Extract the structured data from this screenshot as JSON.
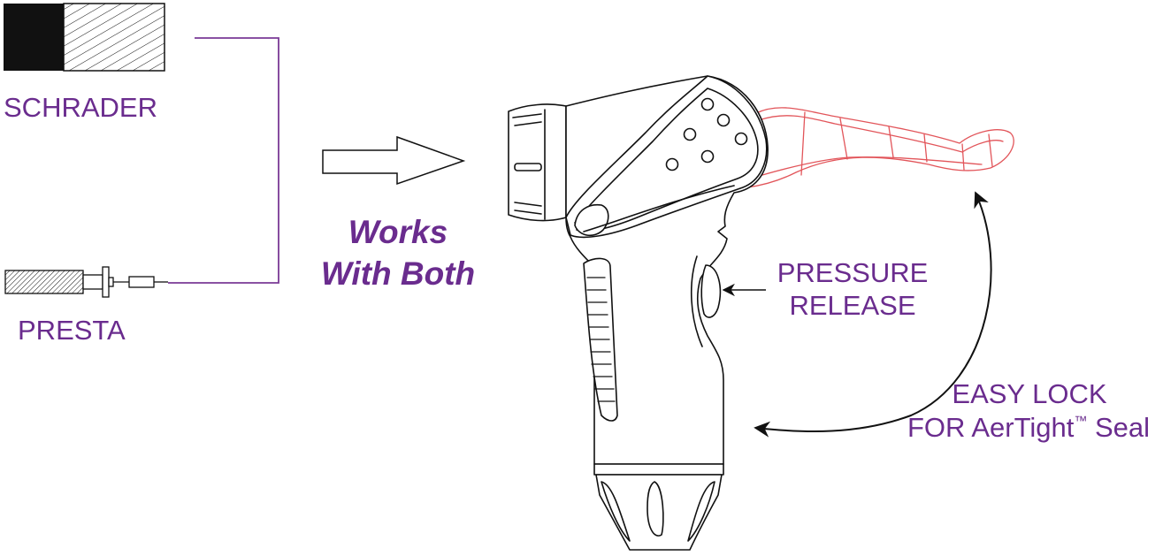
{
  "labels": {
    "schrader": "SCHRADER",
    "presta": "PRESTA",
    "works_line1": "Works",
    "works_line2": "With Both",
    "pressure_line1": "PRESSURE",
    "pressure_line2": "RELEASE",
    "easylock_line1": "EASY LOCK",
    "easylock_line2_prefix": "FOR AerTight",
    "easylock_tm": "™",
    "easylock_line2_suffix": " Seal"
  },
  "colors": {
    "label_purple": "#6a2c8e",
    "connector_purple": "#7a3a96",
    "lever_red": "#e2555a",
    "line_black": "#111111"
  },
  "icons": {
    "schrader": "schrader-valve-icon",
    "presta": "presta-valve-icon",
    "arrow": "right-arrow-icon",
    "pump_head": "pump-head-illustration"
  }
}
